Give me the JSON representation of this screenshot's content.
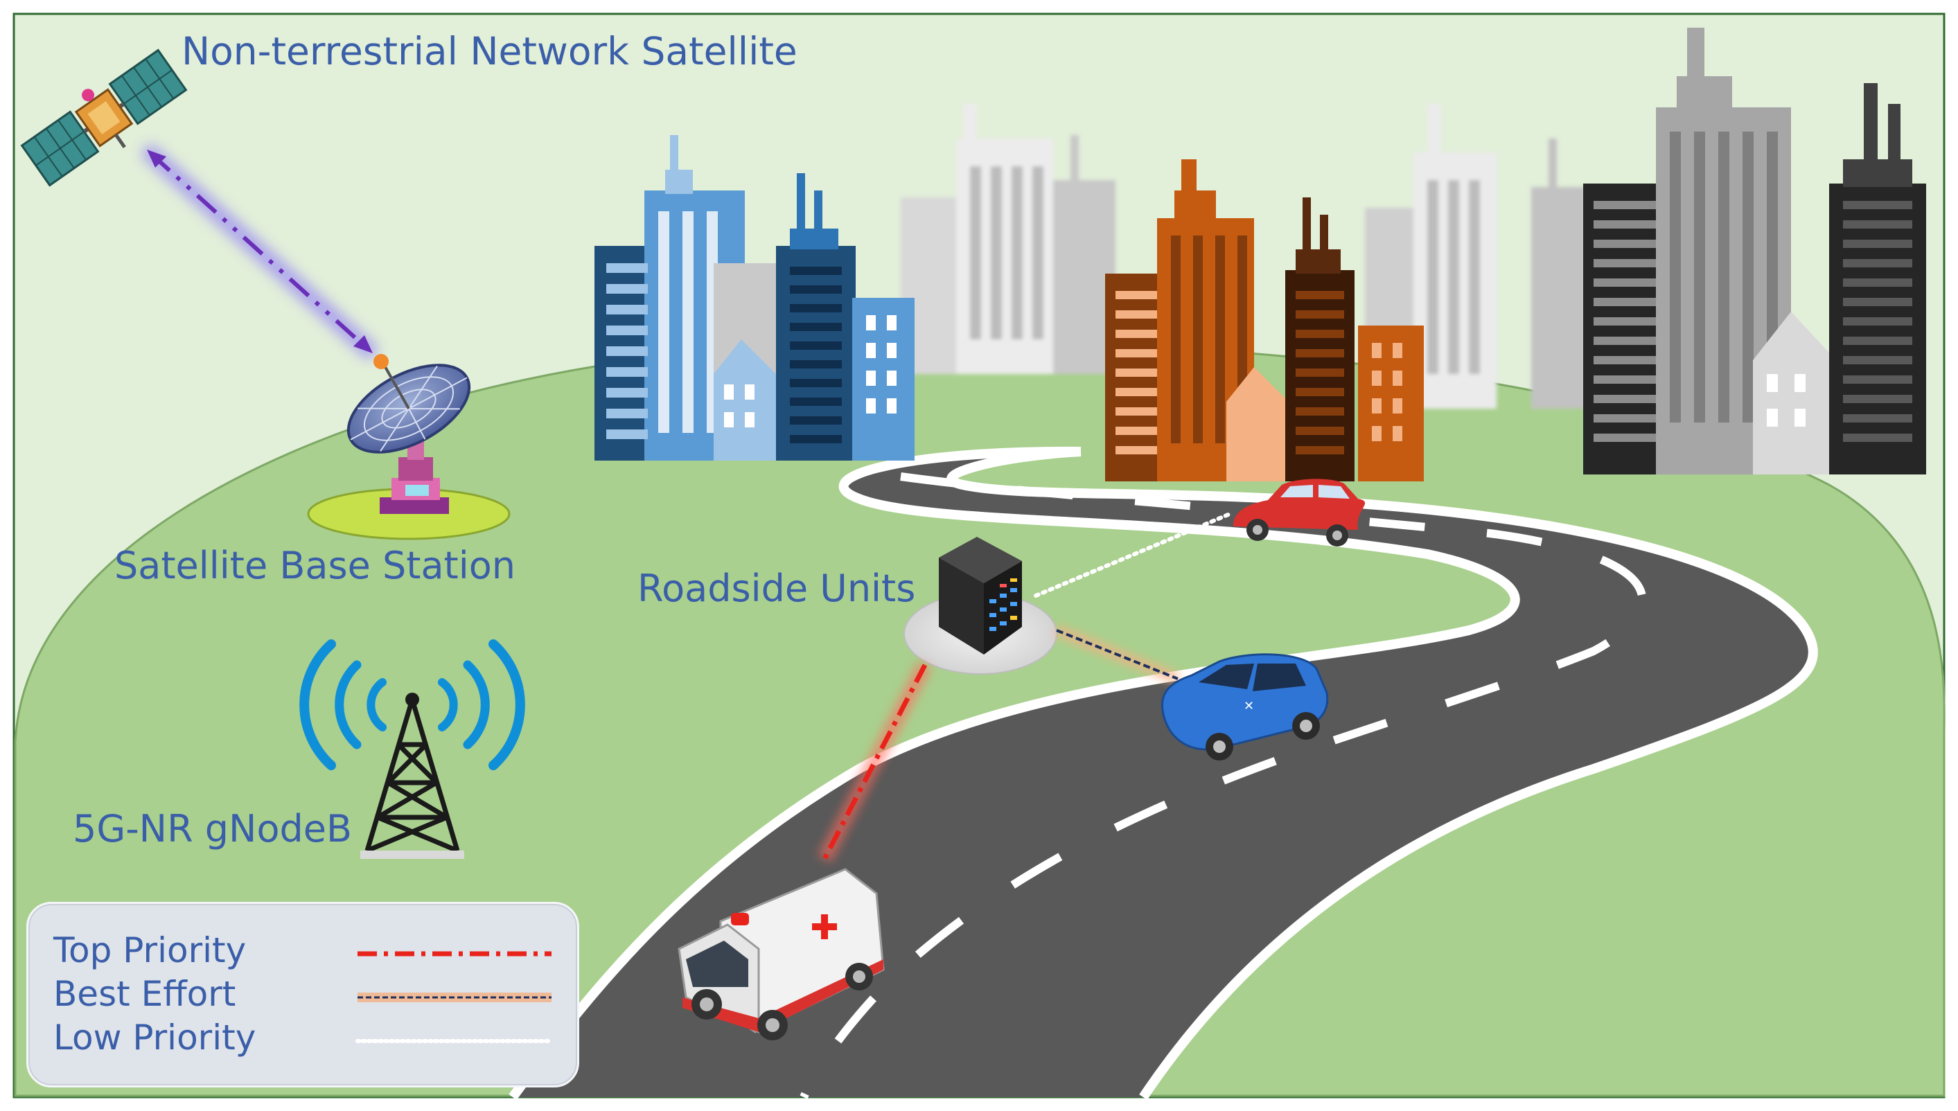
{
  "labels": {
    "satellite": "Non-terrestrial Network Satellite",
    "base_station": "Satellite Base Station",
    "roadside_units": "Roadside Units",
    "gnodeb": "5G-NR gNodeB"
  },
  "legend": {
    "items": [
      {
        "label": "Top Priority",
        "style": "dash-dot",
        "color": "#e8231c"
      },
      {
        "label": "Best Effort",
        "style": "dashed",
        "color": "#1f2f5c"
      },
      {
        "label": "Low Priority",
        "style": "dotted",
        "color": "#ffffff"
      }
    ]
  },
  "colors": {
    "text": "#3a5ea8",
    "hill": "#a9d08e",
    "sky": "#e2efd9",
    "road": "#595959",
    "satellite_link": "#6a30b8"
  }
}
